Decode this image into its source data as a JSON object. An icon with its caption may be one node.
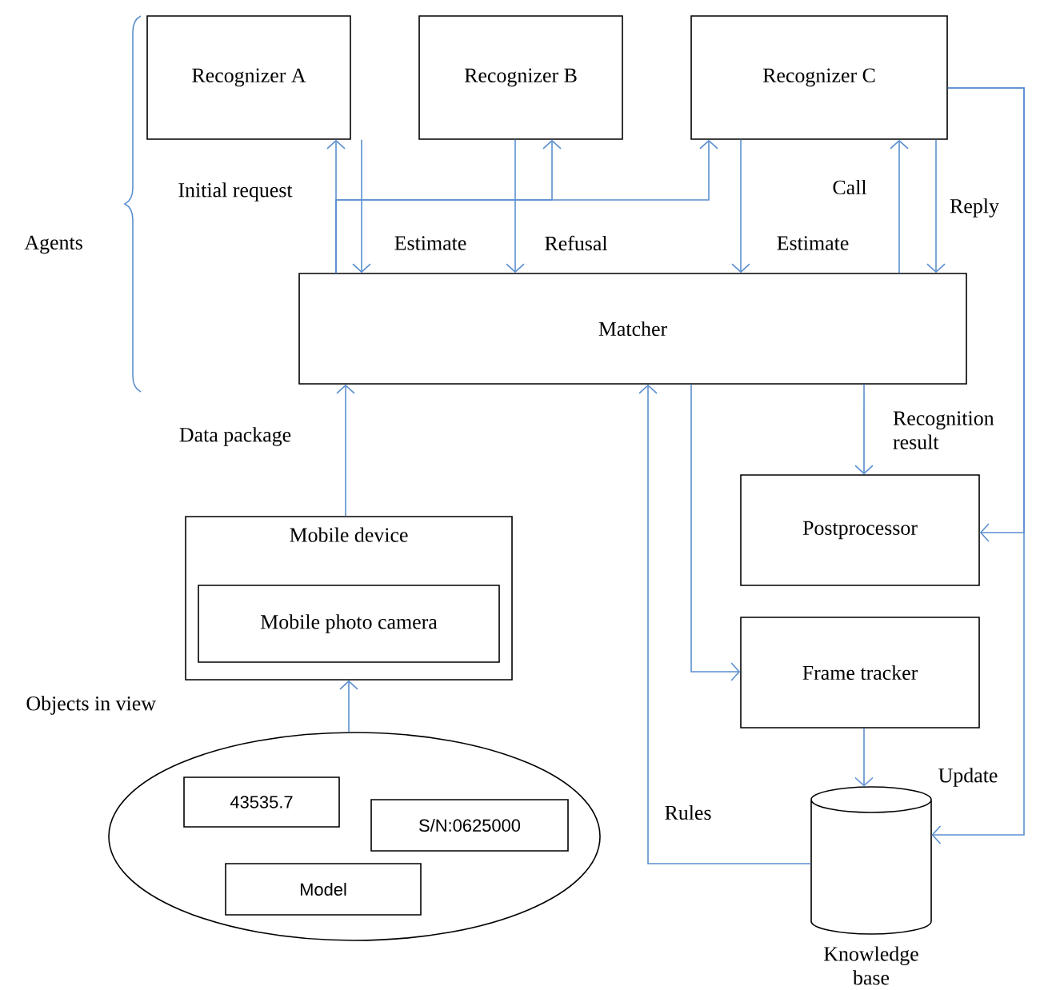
{
  "diagram": {
    "nodes": [
      {
        "text": [
          "Recognizer A"
        ]
      },
      {
        "text": [
          "Recognizer B"
        ]
      },
      {
        "text": [
          "Recognizer C"
        ]
      },
      {
        "text": [
          "Matcher"
        ]
      },
      {
        "text": [
          "Postprocessor"
        ]
      },
      {
        "text": [
          "Frame tracker"
        ]
      },
      {
        "text": [
          "Knowledge base"
        ]
      },
      {
        "text": [
          "Mobile device"
        ]
      },
      {
        "text": [
          "Mobile photo camera"
        ],
        "in": 7
      },
      {
        "text": [],
        "shape": "ellipse",
        "beside": [
          "Objects in view"
        ]
      },
      {
        "text": [
          "43535.7"
        ],
        "in": 9
      },
      {
        "text": [
          "S/N:0625000"
        ],
        "in": 9
      },
      {
        "text": [
          "Model"
        ],
        "in": 9
      }
    ],
    "edges": [
      {
        "from": 3,
        "to": 0,
        "arrow": "to",
        "label": "Initial request"
      },
      {
        "from": 3,
        "to": 1,
        "arrow": "to"
      },
      {
        "from": 3,
        "to": 2,
        "arrow": "to"
      },
      {
        "from": 0,
        "to": 3,
        "arrow": "to",
        "label": "Estimate"
      },
      {
        "from": 1,
        "to": 3,
        "arrow": "to",
        "label": "Refusal"
      },
      {
        "from": 2,
        "to": 3,
        "arrow": "to",
        "label": "Estimate"
      },
      {
        "from": 3,
        "to": 2,
        "arrow": "to",
        "label": "Call"
      },
      {
        "from": 2,
        "to": 3,
        "arrow": "to",
        "label": "Reply"
      },
      {
        "from": 2,
        "to": 4,
        "arrow": "to"
      },
      {
        "from": 2,
        "to": 6,
        "arrow": "to"
      },
      {
        "from": 3,
        "to": 4,
        "arrow": "to",
        "label": "Recognition result"
      },
      {
        "from": 3,
        "to": 5,
        "arrow": "to"
      },
      {
        "from": 5,
        "to": 6,
        "arrow": "to",
        "label": "Update"
      },
      {
        "from": 6,
        "to": 3,
        "arrow": "to",
        "label": "Rules"
      },
      {
        "from": 7,
        "to": 3,
        "arrow": "to",
        "label": "Data package"
      },
      {
        "from": 9,
        "to": 7,
        "arrow": "to"
      }
    ],
    "labels": [
      "Agents"
    ]
  }
}
